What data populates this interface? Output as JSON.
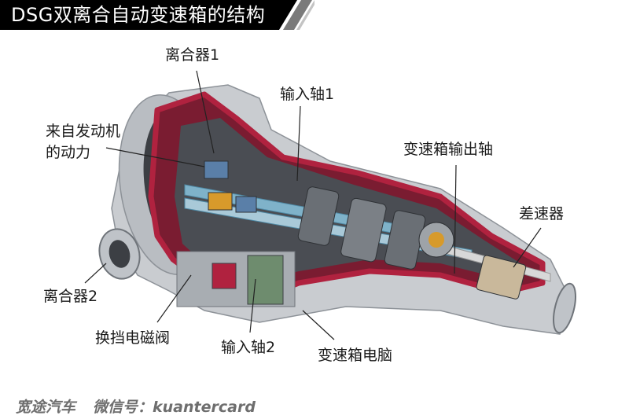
{
  "header": {
    "title": "DSG双离合自动变速箱的结构",
    "bar_color": "#000000",
    "stripe_colors": [
      "#7a7a7a",
      "#c4c4c4"
    ]
  },
  "diagram": {
    "subject": "DSG dual-clutch transmission cutaway",
    "labels": [
      {
        "id": "clutch1",
        "text": "离合器1"
      },
      {
        "id": "input_shaft1",
        "text": "输入轴1"
      },
      {
        "id": "engine_power",
        "text": "来自发动机\n的动力",
        "line1": "来自发动机",
        "line2": "的动力"
      },
      {
        "id": "output_shaft",
        "text": "变速箱输出轴"
      },
      {
        "id": "differential",
        "text": "差速器"
      },
      {
        "id": "clutch2",
        "text": "离合器2"
      },
      {
        "id": "shift_solenoid",
        "text": "换挡电磁阀"
      },
      {
        "id": "input_shaft2",
        "text": "输入轴2"
      },
      {
        "id": "tcu",
        "text": "变速箱电脑"
      }
    ],
    "colors": {
      "housing_gray": "#c9ccd0",
      "cut_red": "#b0223f",
      "shaft_blue": "#7fb2c9",
      "gear_dark": "#555a60",
      "accent_orange": "#d79a2b"
    }
  },
  "watermark": {
    "brand": "宽途汽车",
    "wechat_label": "微信号：kuantercard"
  }
}
